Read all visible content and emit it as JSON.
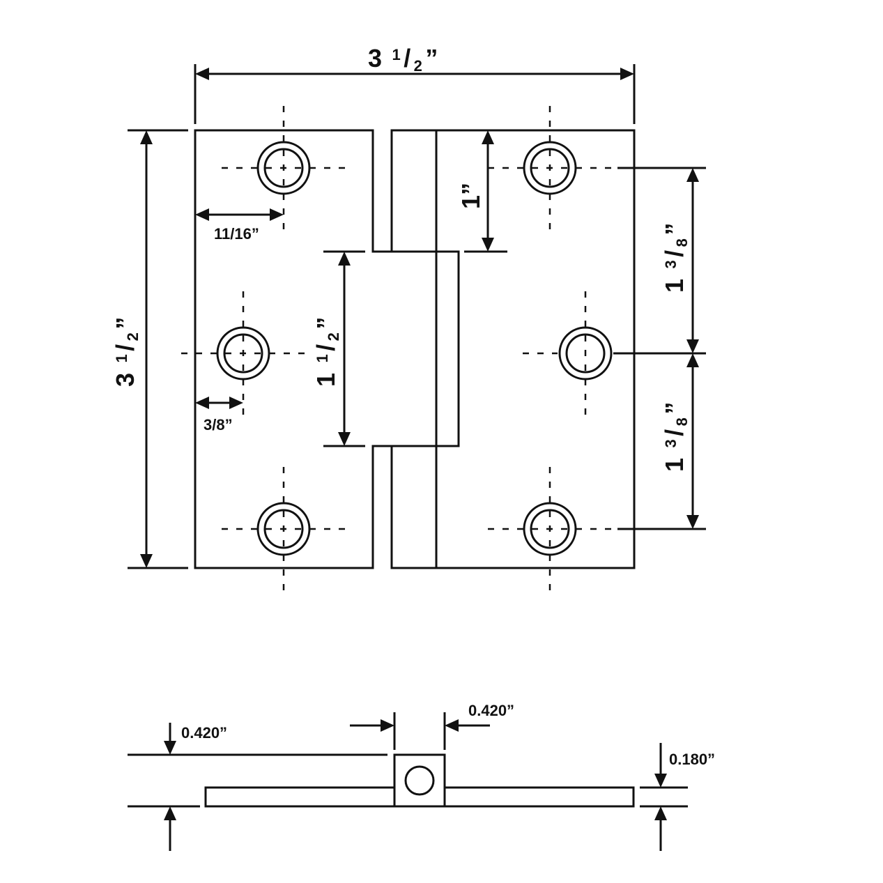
{
  "top_view": {
    "overall_width": {
      "whole": "3",
      "numerator": "1",
      "denominator": "2",
      "unit": "”"
    },
    "overall_height": {
      "whole": "3",
      "numerator": "1",
      "denominator": "2",
      "unit": "”"
    },
    "knuckle_length": {
      "whole": "1",
      "numerator": "1",
      "denominator": "2",
      "unit": "”"
    },
    "top_hole_offset": "1”",
    "hole_spacing_upper": {
      "whole": "1",
      "numerator": "3",
      "denominator": "8",
      "unit": "”"
    },
    "hole_spacing_lower": {
      "whole": "1",
      "numerator": "3",
      "denominator": "8",
      "unit": "”"
    },
    "edge_offset_outer": "11/16”",
    "edge_offset_middle": "3/8”"
  },
  "side_view": {
    "overall_thickness": "0.420”",
    "knuckle_width": "0.420”",
    "leaf_thickness": "0.180”"
  }
}
